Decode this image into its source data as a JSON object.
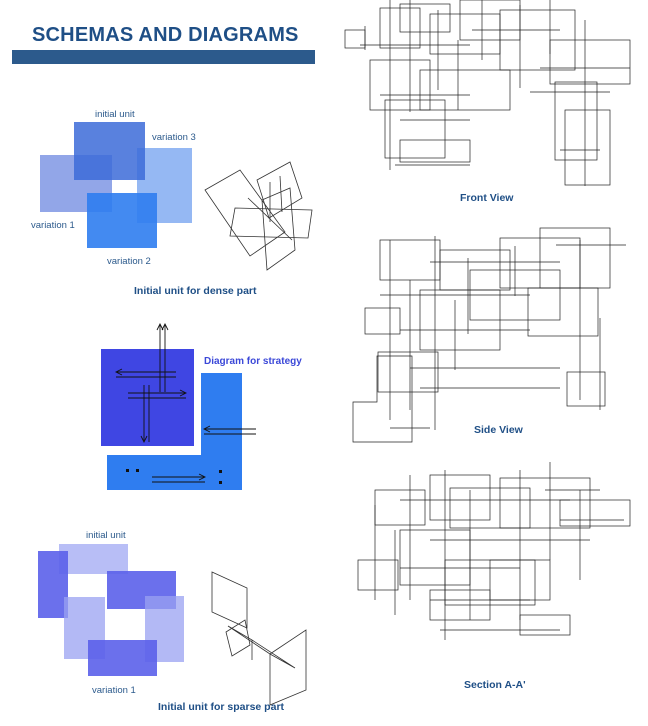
{
  "header": {
    "title": "SCHEMAS AND DIAGRAMS"
  },
  "dense": {
    "labels": {
      "initial": "initial unit",
      "var3": "variation 3",
      "var1": "variation 1",
      "var2": "variation 2"
    },
    "caption": "Initial unit for dense part"
  },
  "strategy": {
    "caption": "Diagram for strategy"
  },
  "sparse": {
    "labels": {
      "initial": "initial unit",
      "var1": "variation 1"
    },
    "caption": "Initial unit for sparse part"
  },
  "views": {
    "front": "Front View",
    "side": "Side View",
    "section": "Section A-A'"
  },
  "colors": {
    "title_bar": "#2c5a8c",
    "title_text": "#1f4f86",
    "dark_blue": "#3f46e3",
    "light_blue": "#2f7df0",
    "strategy_caption": "#3b48d8"
  }
}
